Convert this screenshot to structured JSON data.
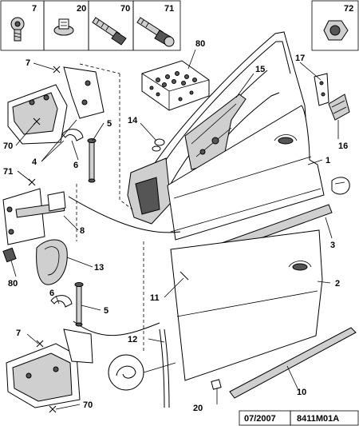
{
  "fastener_boxes": [
    {
      "number": "7"
    },
    {
      "number": "20"
    },
    {
      "number": "70"
    },
    {
      "number": "71"
    },
    {
      "number": "72"
    }
  ],
  "callouts": {
    "c80_top": "80",
    "c15": "15",
    "c17": "17",
    "c14": "14",
    "c16": "16",
    "c7a": "7",
    "c70a": "70",
    "c5a": "5",
    "c4": "4",
    "c6a": "6",
    "c71": "71",
    "c1": "1",
    "c8": "8",
    "c3": "3",
    "c13": "13",
    "c80_left": "80",
    "c2": "2",
    "c11": "11",
    "c6b": "6",
    "c5b": "5",
    "c7b": "7",
    "c12": "12",
    "c10": "10",
    "c20": "20",
    "c70b": "70"
  },
  "footer": {
    "date": "07/2007",
    "reference": "8411M01A"
  }
}
